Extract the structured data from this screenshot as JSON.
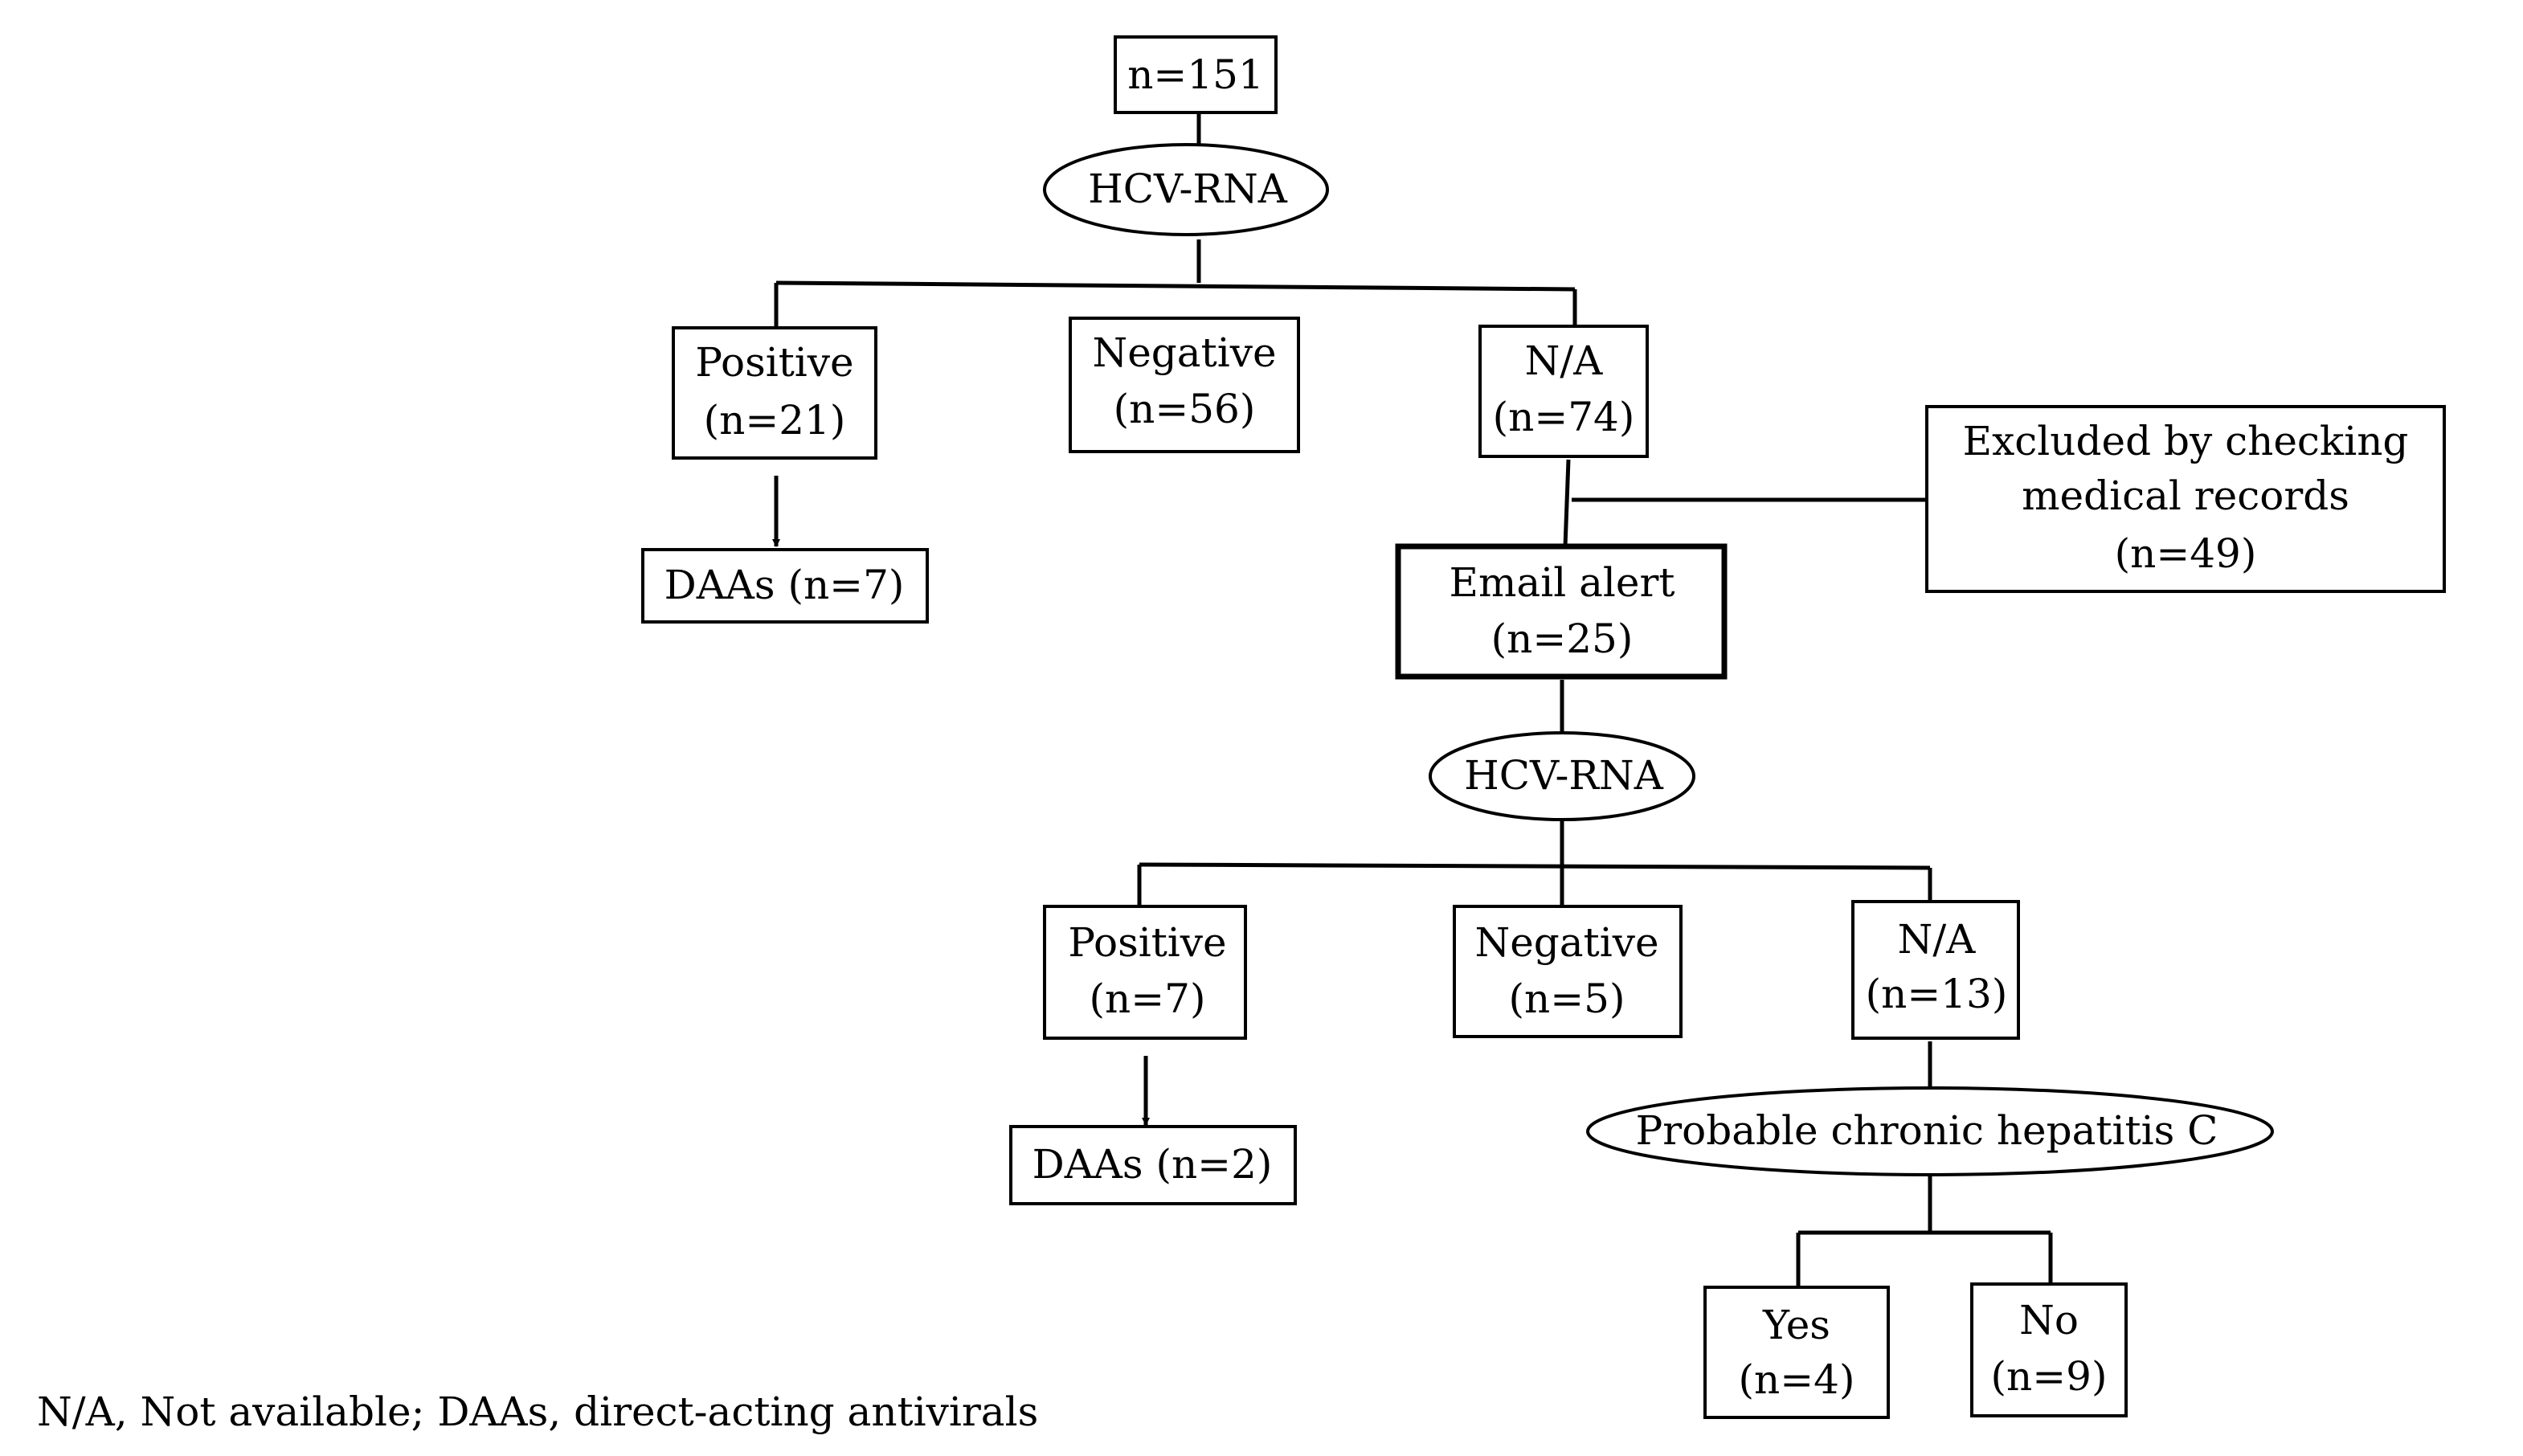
{
  "nodes": {
    "total": {
      "lines": [
        "n=151"
      ]
    },
    "test1": {
      "lines": [
        "HCV-RNA"
      ]
    },
    "pos1": {
      "lines": [
        "Positive",
        "(n=21)"
      ]
    },
    "neg1": {
      "lines": [
        "Negative",
        "(n=56)"
      ]
    },
    "na1": {
      "lines": [
        "N/A",
        "(n=74)"
      ]
    },
    "daa1": {
      "lines": [
        "DAAs (n=7)"
      ]
    },
    "excluded": {
      "lines": [
        "Excluded by checking",
        "medical records",
        "(n=49)"
      ]
    },
    "email": {
      "lines": [
        "Email alert",
        "(n=25)"
      ]
    },
    "test2": {
      "lines": [
        "HCV-RNA"
      ]
    },
    "pos2": {
      "lines": [
        "Positive",
        "(n=7)"
      ]
    },
    "neg2": {
      "lines": [
        "Negative",
        "(n=5)"
      ]
    },
    "na2": {
      "lines": [
        "N/A",
        "(n=13)"
      ]
    },
    "daa2": {
      "lines": [
        "DAAs (n=2)"
      ]
    },
    "probable": {
      "lines": [
        "Probable chronic hepatitis C"
      ]
    },
    "yes": {
      "lines": [
        "Yes",
        "(n=4)"
      ]
    },
    "no": {
      "lines": [
        "No",
        "(n=9)"
      ]
    }
  },
  "footnote": "N/A, Not available; DAAs, direct-acting antivirals"
}
